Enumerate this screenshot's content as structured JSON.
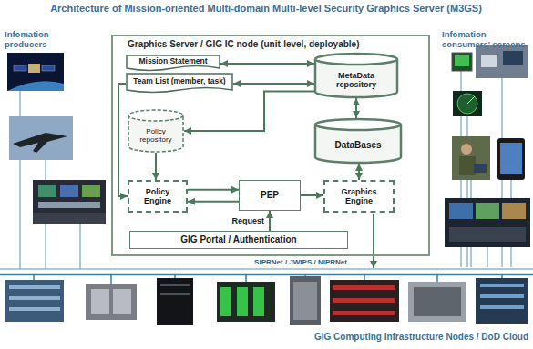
{
  "diagram": {
    "title": "Architecture of Mission-oriented Multi-domain Multi-level Security Graphics Server (M3GS)",
    "nodes": [
      {
        "text": [
          "Graphics Server / GIG IC node (unit-level, deployable)"
        ]
      },
      {
        "text": [
          "Mission Statement"
        ],
        "in": 0
      },
      {
        "text": [
          "Team List (member, task)"
        ],
        "in": 0
      },
      {
        "text": [
          "MetaData repository"
        ],
        "in": 0
      },
      {
        "text": [
          "Policy repository"
        ],
        "in": 0
      },
      {
        "text": [
          "DataBases"
        ],
        "in": 0
      },
      {
        "text": [
          "Policy Engine"
        ],
        "in": 0
      },
      {
        "text": [
          "PEP"
        ],
        "in": 0
      },
      {
        "text": [
          "Graphics Engine"
        ],
        "in": 0
      },
      {
        "text": [
          "GIG Portal / Authentication"
        ],
        "in": 0
      }
    ],
    "edges": [
      {
        "from": 1,
        "to": 3,
        "arrow": "both"
      },
      {
        "from": 2,
        "to": 3,
        "arrow": "both"
      },
      {
        "from": 3,
        "to": 4,
        "arrow": "to"
      },
      {
        "from": 4,
        "to": 6,
        "arrow": "to"
      },
      {
        "from": 2,
        "to": 6,
        "arrow": "to"
      },
      {
        "from": 3,
        "to": 5,
        "arrow": "both"
      },
      {
        "from": 6,
        "to": 7,
        "arrow": "to"
      },
      {
        "from": 7,
        "to": 6,
        "arrow": "to"
      },
      {
        "from": 7,
        "to": 8,
        "arrow": "to"
      },
      {
        "from": 8,
        "to": 5,
        "arrow": "both"
      },
      {
        "from": 9,
        "to": 7,
        "label": "Request",
        "arrow": "to"
      }
    ],
    "labels": [
      "Infomation producers",
      "Infomation consumers' screens",
      "SIPRNet / JWIPS / NIPRNet",
      "GIG Computing Infrastructure Nodes / DoD Cloud"
    ]
  }
}
